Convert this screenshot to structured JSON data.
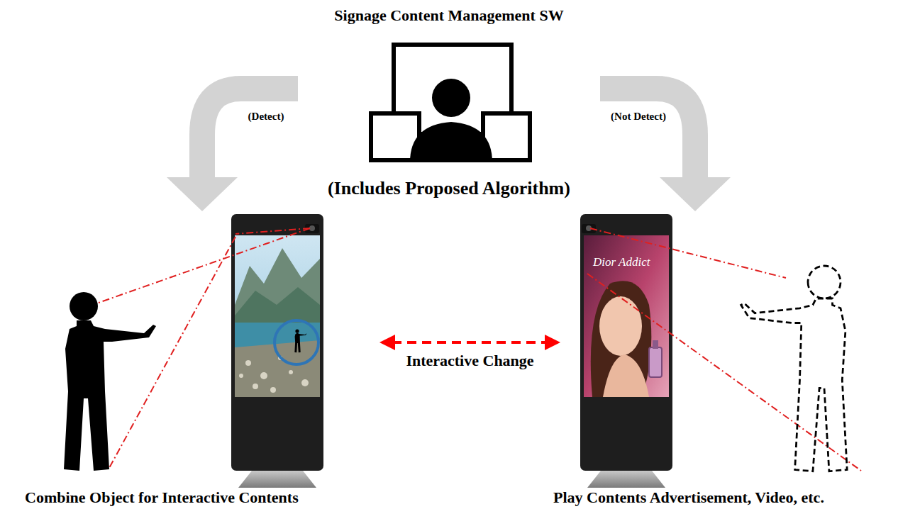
{
  "diagram": {
    "nodes": [
      {
        "text": [
          "Signage Content Management SW",
          "(Includes Proposed Algorithm)"
        ]
      },
      {
        "text": [
          "Combine Object for Interactive Contents"
        ]
      },
      {
        "text": [
          "Play Contents Advertisement, Video, etc."
        ]
      }
    ],
    "edges": [
      {
        "from": 0,
        "to": 1,
        "arrow": "to",
        "label": "(Detect)"
      },
      {
        "from": 0,
        "to": 2,
        "arrow": "to",
        "label": "(Not Detect)"
      },
      {
        "from": 1,
        "to": 2,
        "arrow": "both",
        "label": "Interactive Change"
      }
    ],
    "labels": [
      "Dior Addict"
    ]
  }
}
